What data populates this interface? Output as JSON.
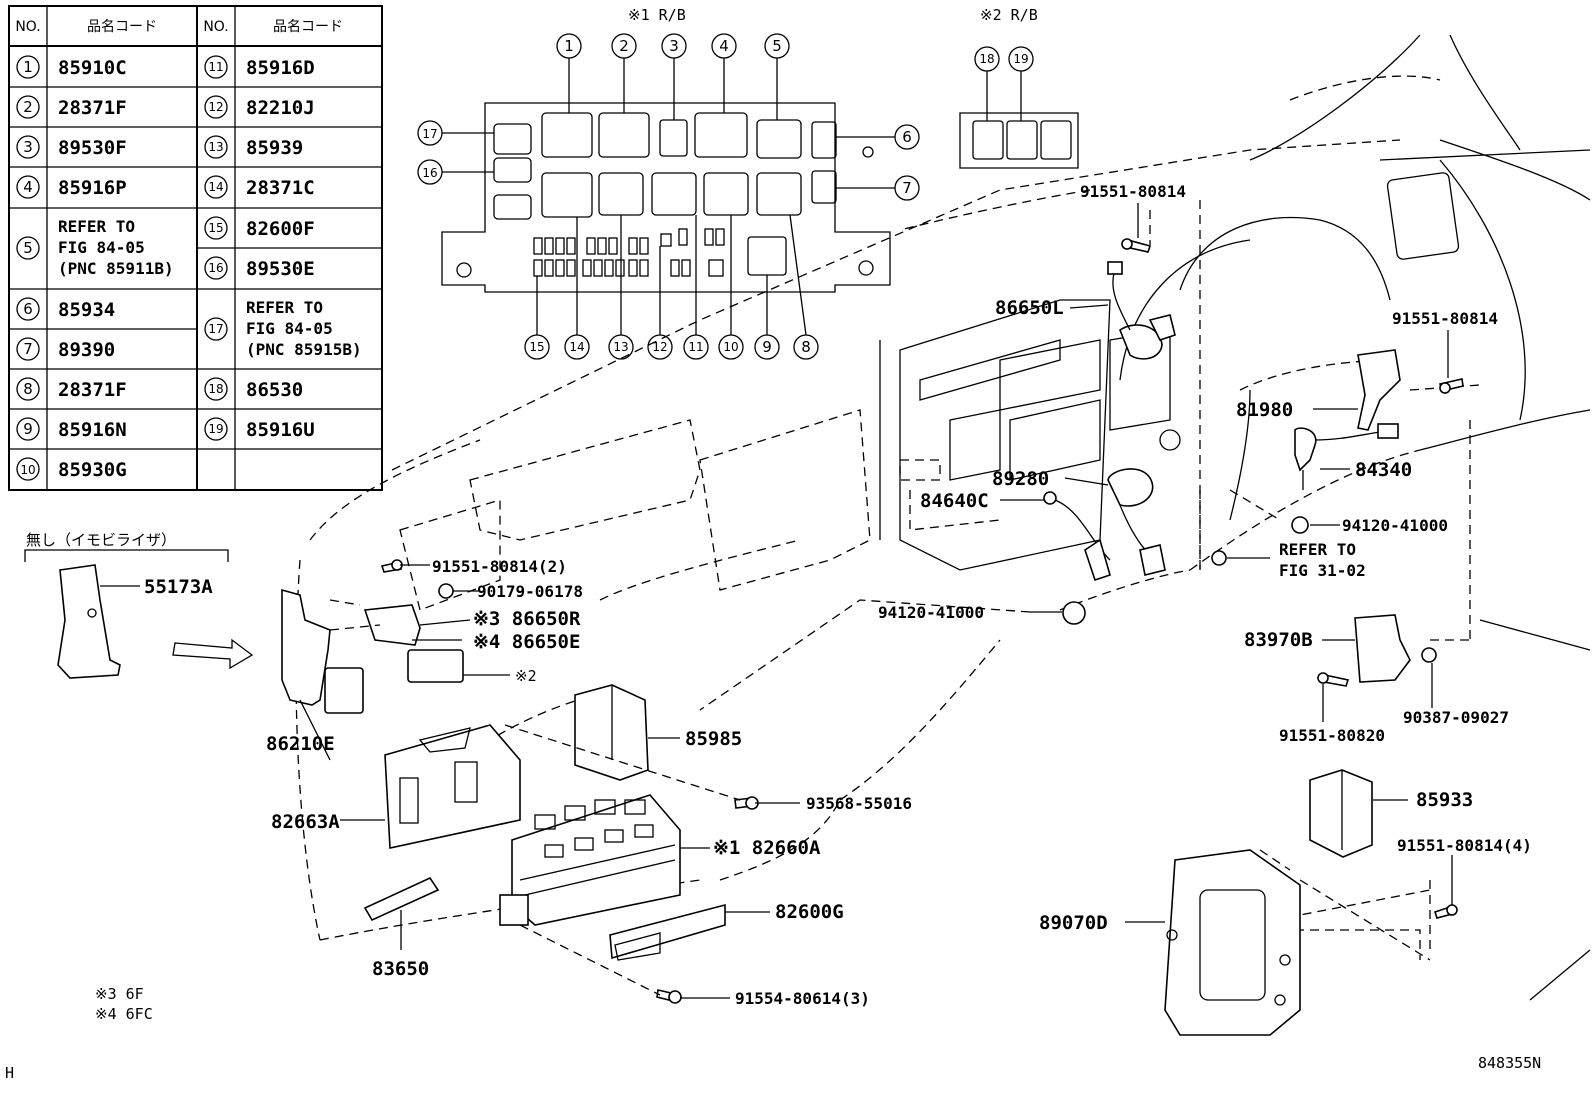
{
  "table": {
    "header": {
      "no": "NO.",
      "code": "品名コード"
    },
    "left_rows": [
      {
        "no": "1",
        "code": "85910C"
      },
      {
        "no": "2",
        "code": "28371F"
      },
      {
        "no": "3",
        "code": "89530F"
      },
      {
        "no": "4",
        "code": "85916P"
      },
      {
        "no": "5",
        "code": "REFER TO",
        "code2": "FIG 84-05",
        "code3": "(PNC 85911B)"
      },
      {
        "no": "6",
        "code": "85934"
      },
      {
        "no": "7",
        "code": "89390"
      },
      {
        "no": "8",
        "code": "28371F"
      },
      {
        "no": "9",
        "code": "85916N"
      },
      {
        "no": "10",
        "code": "85930G"
      }
    ],
    "right_rows": [
      {
        "no": "11",
        "code": "85916D"
      },
      {
        "no": "12",
        "code": "82210J"
      },
      {
        "no": "13",
        "code": "85939"
      },
      {
        "no": "14",
        "code": "28371C"
      },
      {
        "no": "15",
        "code": "82600F"
      },
      {
        "no": "16",
        "code": "89530E"
      },
      {
        "no": "17",
        "code": "REFER TO",
        "code2": "FIG 84-05",
        "code3": "(PNC 85915B)"
      },
      {
        "no": "18",
        "code": "86530"
      },
      {
        "no": "19",
        "code": "85916U"
      }
    ]
  },
  "relay_block_1": {
    "title": "※1 R/B",
    "callouts_top": [
      "1",
      "2",
      "3",
      "4",
      "5"
    ],
    "callouts_left": [
      "17",
      "16"
    ],
    "callouts_right": [
      "6",
      "7"
    ],
    "callouts_bottom": [
      "15",
      "14",
      "13",
      "12",
      "11",
      "10",
      "9",
      "8"
    ]
  },
  "relay_block_2": {
    "title": "※2 R/B",
    "callouts": [
      "18",
      "19"
    ]
  },
  "immobilizer_note": "無し（イモビライザ）",
  "part_labels": {
    "p55173A": "55173A",
    "p86210E": "86210E",
    "p82663A": "82663A",
    "p83650": "83650",
    "p91551_80814_2": "91551-80814(2)",
    "p90179_06178": "90179-06178",
    "p86650R": "※3 86650R",
    "p86650E": "※4 86650E",
    "p_note2": "※2",
    "p85985": "85985",
    "p93568_55016": "93568-55016",
    "p82660A": "※1 82660A",
    "p82600G": "82600G",
    "p91554_80614_3": "91554-80614(3)",
    "p94120_41000_a": "94120-41000",
    "p84640C": "84640C",
    "p89280": "89280",
    "p86650L": "86650L",
    "p91551_80814_top": "91551-80814",
    "p91551_80814_right": "91551-80814",
    "p81980": "81980",
    "p84340": "84340",
    "p94120_41000_b": "94120-41000",
    "p_refer": "REFER TO",
    "p_refer2": "FIG 31-02",
    "p83970B": "83970B",
    "p90387_09027": "90387-09027",
    "p91551_80820": "91551-80820",
    "p85933": "85933",
    "p91551_80814_4": "91551-80814(4)",
    "p89070D": "89070D"
  },
  "footnotes": {
    "note3": "※3 6F",
    "note4": "※4 6FC"
  },
  "corner_mark": "H",
  "drawing_id": "848355N"
}
